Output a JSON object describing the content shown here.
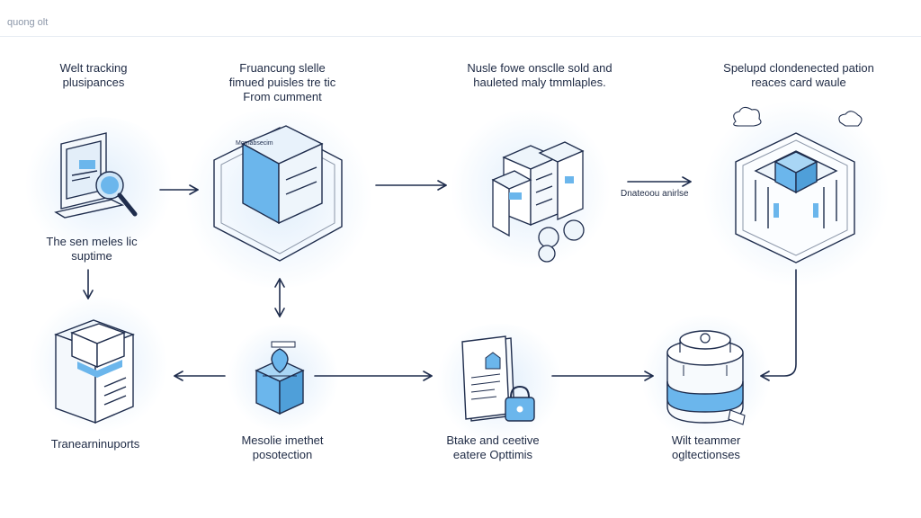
{
  "header": {
    "text": "quong olt"
  },
  "nodes": {
    "n1": {
      "lines": [
        "Welt tracking",
        "plusipances"
      ]
    },
    "n2": {
      "lines": [
        "Fruancung slelle",
        "fimued puisles tre tic",
        "From cumment"
      ]
    },
    "n3": {
      "lines": [
        "Nusle fowe onsclle sold and",
        "hauleted maly tmmlaples."
      ]
    },
    "n4": {
      "lines": [
        "Spelupd clondenected pation",
        "reaces card waule"
      ]
    },
    "n5": {
      "lines": [
        "The sen meles lic",
        "suptime"
      ]
    },
    "n6": {
      "lines": [
        "Tranearninuports"
      ]
    },
    "n7": {
      "lines": [
        "Mesolie imethet",
        "posotection"
      ]
    },
    "n8": {
      "lines": [
        "Btake and ceetive",
        "eatere Opttimis"
      ]
    },
    "n9": {
      "lines": [
        "Wilt teammer",
        "ogltectionses"
      ]
    }
  },
  "edge_labels": {
    "e12": "",
    "e34": "Dnateoou anirlse",
    "box_tag": "Mgmabsecim"
  },
  "colors": {
    "ink": "#1f2d4d",
    "accent": "#6bb6ec",
    "accent_light": "#a9d6f5",
    "muted": "#8b96a8",
    "glow": "#dcebfa"
  },
  "icons": {
    "n1": "laptop-magnifier-icon",
    "n2": "cube-hexagon-icon",
    "n3": "building-cluster-icon",
    "n4": "box-hexagon-icon",
    "n6": "stacked-boxes-icon",
    "n7": "shield-cube-icon",
    "n8": "document-lock-icon",
    "n9": "database-cylinder-icon"
  }
}
